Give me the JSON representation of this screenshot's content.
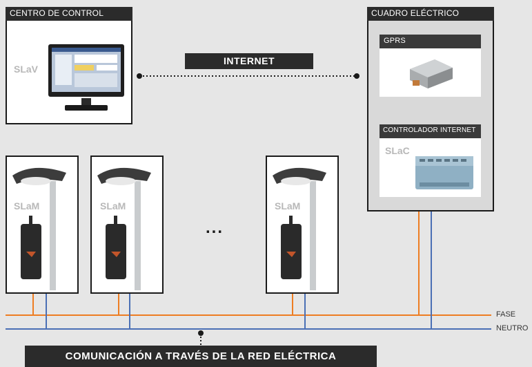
{
  "control_center": {
    "title": "CENTRO DE CONTROL",
    "label": "SLaV"
  },
  "internet_label": "INTERNET",
  "cabinet": {
    "title": "CUADRO ELÉCTRICO",
    "gprs_title": "GPRS",
    "controller_title": "CONTROLADOR INTERNET",
    "controller_label": "SLaC"
  },
  "lamps": [
    {
      "label": "SLaM"
    },
    {
      "label": "SLaM"
    },
    {
      "label": "SLaM"
    }
  ],
  "ellipsis": "...",
  "lines": {
    "phase": "FASE",
    "neutral": "NEUTRO"
  },
  "bottom_banner": "COMUNICACIÓN A TRAVÉS DE LA RED ELÉCTRICA",
  "colors": {
    "phase": "#ee7d22",
    "neutral": "#4a6fb5",
    "header": "#2b2b2b",
    "background": "#e6e6e6"
  }
}
